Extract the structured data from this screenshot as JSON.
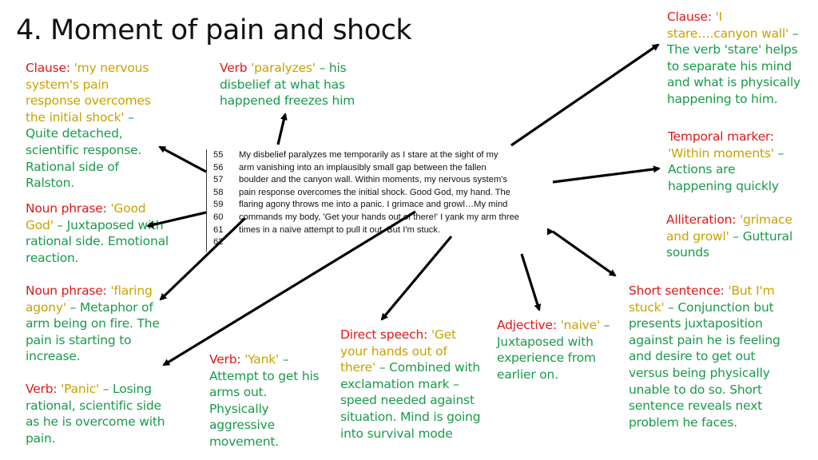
{
  "title": "4. Moment of pain and shock",
  "passage": [
    {
      "num": "55",
      "text": "My disbelief paralyzes me temporarily as I stare at the sight of my"
    },
    {
      "num": "56",
      "text": "arm vanishing into an implausibly small gap between the fallen"
    },
    {
      "num": "57",
      "text": "boulder and the canyon wall.  Within moments, my nervous system's"
    },
    {
      "num": "58",
      "text": "pain response overcomes the initial shock.  Good God, my hand.  The"
    },
    {
      "num": "59",
      "text": "flaring agony throws me into a panic.  I grimace and growl…My mind"
    },
    {
      "num": "60",
      "text": "commands my body, 'Get your hands out of there!' I yank my arm three"
    },
    {
      "num": "61",
      "text": "times in a naïve attempt to pull it out.  But I'm stuck."
    },
    {
      "num": "62",
      "text": ""
    }
  ],
  "annotations": {
    "clause1": {
      "label": "Clause:",
      "quote": "'my nervous system's pain response overcomes the initial shock'",
      "note": "– Quite detached, scientific response. Rational side of Ralston."
    },
    "noun1": {
      "label": "Noun phrase:",
      "quote": "'Good God'",
      "note": "– Juxtaposed with rational side. Emotional reaction."
    },
    "noun2": {
      "label": "Noun phrase:",
      "quote": "'flaring agony'",
      "note": "– Metaphor of arm being on fire.  The pain is starting to increase."
    },
    "verb_panic": {
      "label": "Verb:",
      "quote": "'Panic'",
      "note": "– Losing rational, scientific side as he is overcome with pain."
    },
    "verb_paralyzes": {
      "label": "Verb",
      "quote": "'paralyzes'",
      "note": "– his disbelief at what has happened freezes him"
    },
    "verb_yank": {
      "label": "Verb:",
      "quote": "'Yank'",
      "note": "– Attempt to get his arms out. Physically aggressive movement."
    },
    "direct_speech": {
      "label": "Direct speech:",
      "quote": "'Get your hands out of there'",
      "note": "– Combined with exclamation mark – speed needed against situation. Mind is going into survival mode"
    },
    "adjective": {
      "label": "Adjective:",
      "quote": "'naive'",
      "note": "– Juxtaposed with experience from earlier on."
    },
    "clause2": {
      "label": "Clause:",
      "quote": "'I stare….canyon wall'",
      "note": "– The verb 'stare' helps to separate his mind and what is physically happening to him."
    },
    "temporal": {
      "label": "Temporal marker:",
      "quote": "'Within moments'",
      "note": "– Actions are happening quickly"
    },
    "alliteration": {
      "label": "Alliteration:",
      "quote": "'grimace and growl'",
      "note": "– Guttural sounds"
    },
    "short_sentence": {
      "label": "Short sentence:",
      "quote": "'But I'm stuck'",
      "note": "– Conjunction but presents juxtaposition against pain he is feeling and desire to get out versus being physically unable to do so.  Short sentence reveals next problem he faces."
    }
  },
  "colors": {
    "label": "#e01818",
    "quote": "#c9a200",
    "note": "#1a9a4a",
    "arrow": "#000000"
  }
}
